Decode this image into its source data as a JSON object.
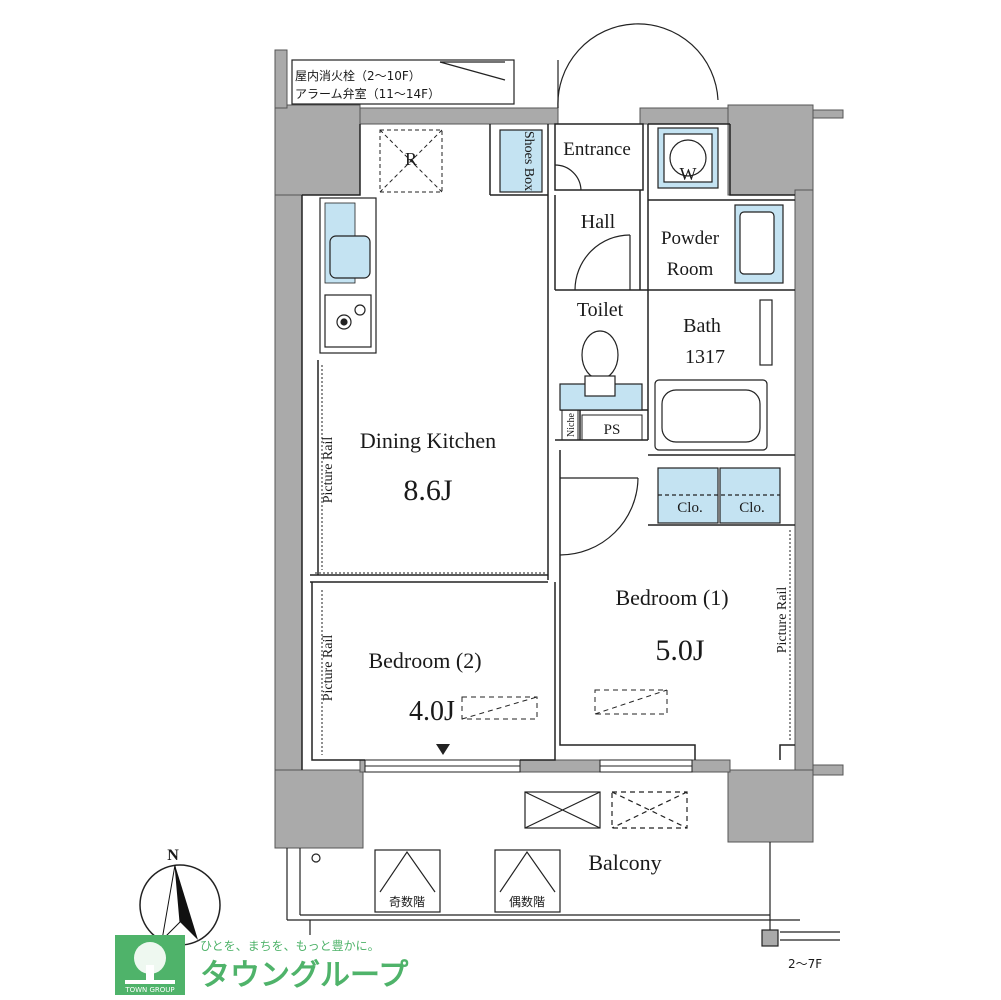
{
  "notes": {
    "hydrant_line1": "屋内消火栓（2～10F）",
    "hydrant_line2": "アラーム弁室（11～14F）",
    "floors_2_7": "2～7F"
  },
  "rooms": {
    "entrance": "Entrance",
    "shoes_box": "Shoes Box",
    "hall": "Hall",
    "powder_room_line1": "Powder",
    "powder_room_line2": "Room",
    "washer": "W",
    "toilet": "Toilet",
    "bath_line1": "Bath",
    "bath_line2": "1317",
    "niche": "Niche",
    "ps": "PS",
    "refrigerator": "R",
    "dining_kitchen": "Dining Kitchen",
    "dining_kitchen_size": "8.6J",
    "closet_1": "Clo.",
    "closet_2": "Clo.",
    "bedroom1": "Bedroom (1)",
    "bedroom1_size": "5.0J",
    "bedroom2": "Bedroom (2)",
    "bedroom2_size": "4.0J",
    "picture_rail": "Picture Rail",
    "balcony": "Balcony",
    "odd_floors": "奇数階",
    "even_floors": "偶数階"
  },
  "compass": {
    "north": "N"
  },
  "brand": {
    "tagline": "ひとを、まちを、もっと豊かに。",
    "name": "タウングループ",
    "logo_caption": "TOWN GROUP",
    "color": "#4fb36a"
  },
  "colors": {
    "wall": "#aaaaaa",
    "fixture_blue": "#c4e3f2",
    "line": "#222222"
  }
}
